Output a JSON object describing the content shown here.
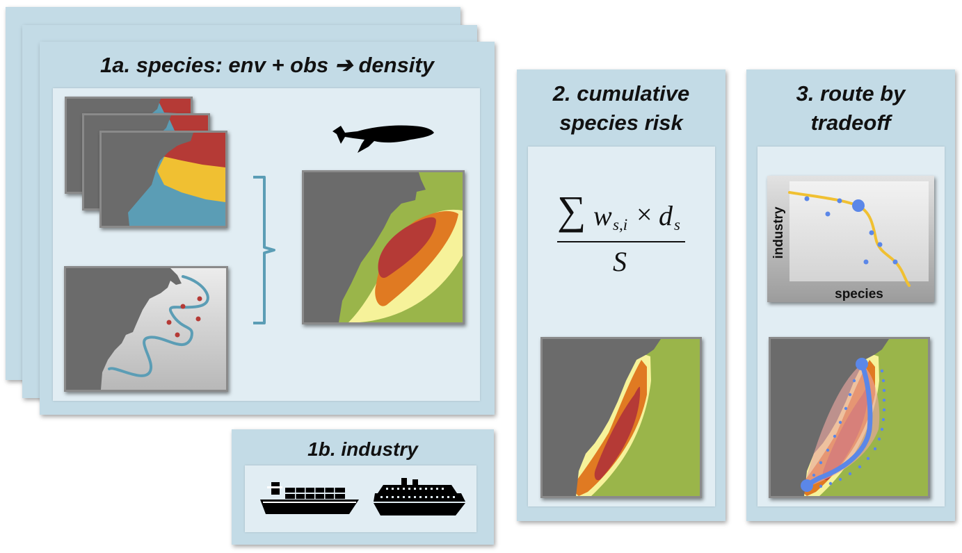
{
  "panel_1a": {
    "title": "1a. species: env + obs ➔ density"
  },
  "panel_1b": {
    "title": "1b. industry"
  },
  "panel_2": {
    "title_line1": "2. cumulative",
    "title_line2": "species risk",
    "formula": {
      "sum": "∑",
      "w": "w",
      "w_sub": "s,i",
      "times": "×",
      "d": "d",
      "d_sub": "s",
      "denominator": "S"
    }
  },
  "panel_3": {
    "title_line1": "3. route by",
    "title_line2": "tradeoff",
    "plot": {
      "ylabel": "industry",
      "xlabel": "species"
    }
  },
  "icons": [
    "whale-icon",
    "cargo-ship-icon",
    "cruise-ship-icon"
  ],
  "colors": {
    "panel": "#c3dbe6",
    "inner": "#e1edf3",
    "land": "#6b6b6b",
    "ocean": "#5b9db5",
    "red": "#b53a36",
    "yellow": "#f0c032",
    "green": "#9ab54a",
    "orange": "#e07a22",
    "light_yellow": "#f6f29a",
    "route_blue": "#5b87e8"
  }
}
